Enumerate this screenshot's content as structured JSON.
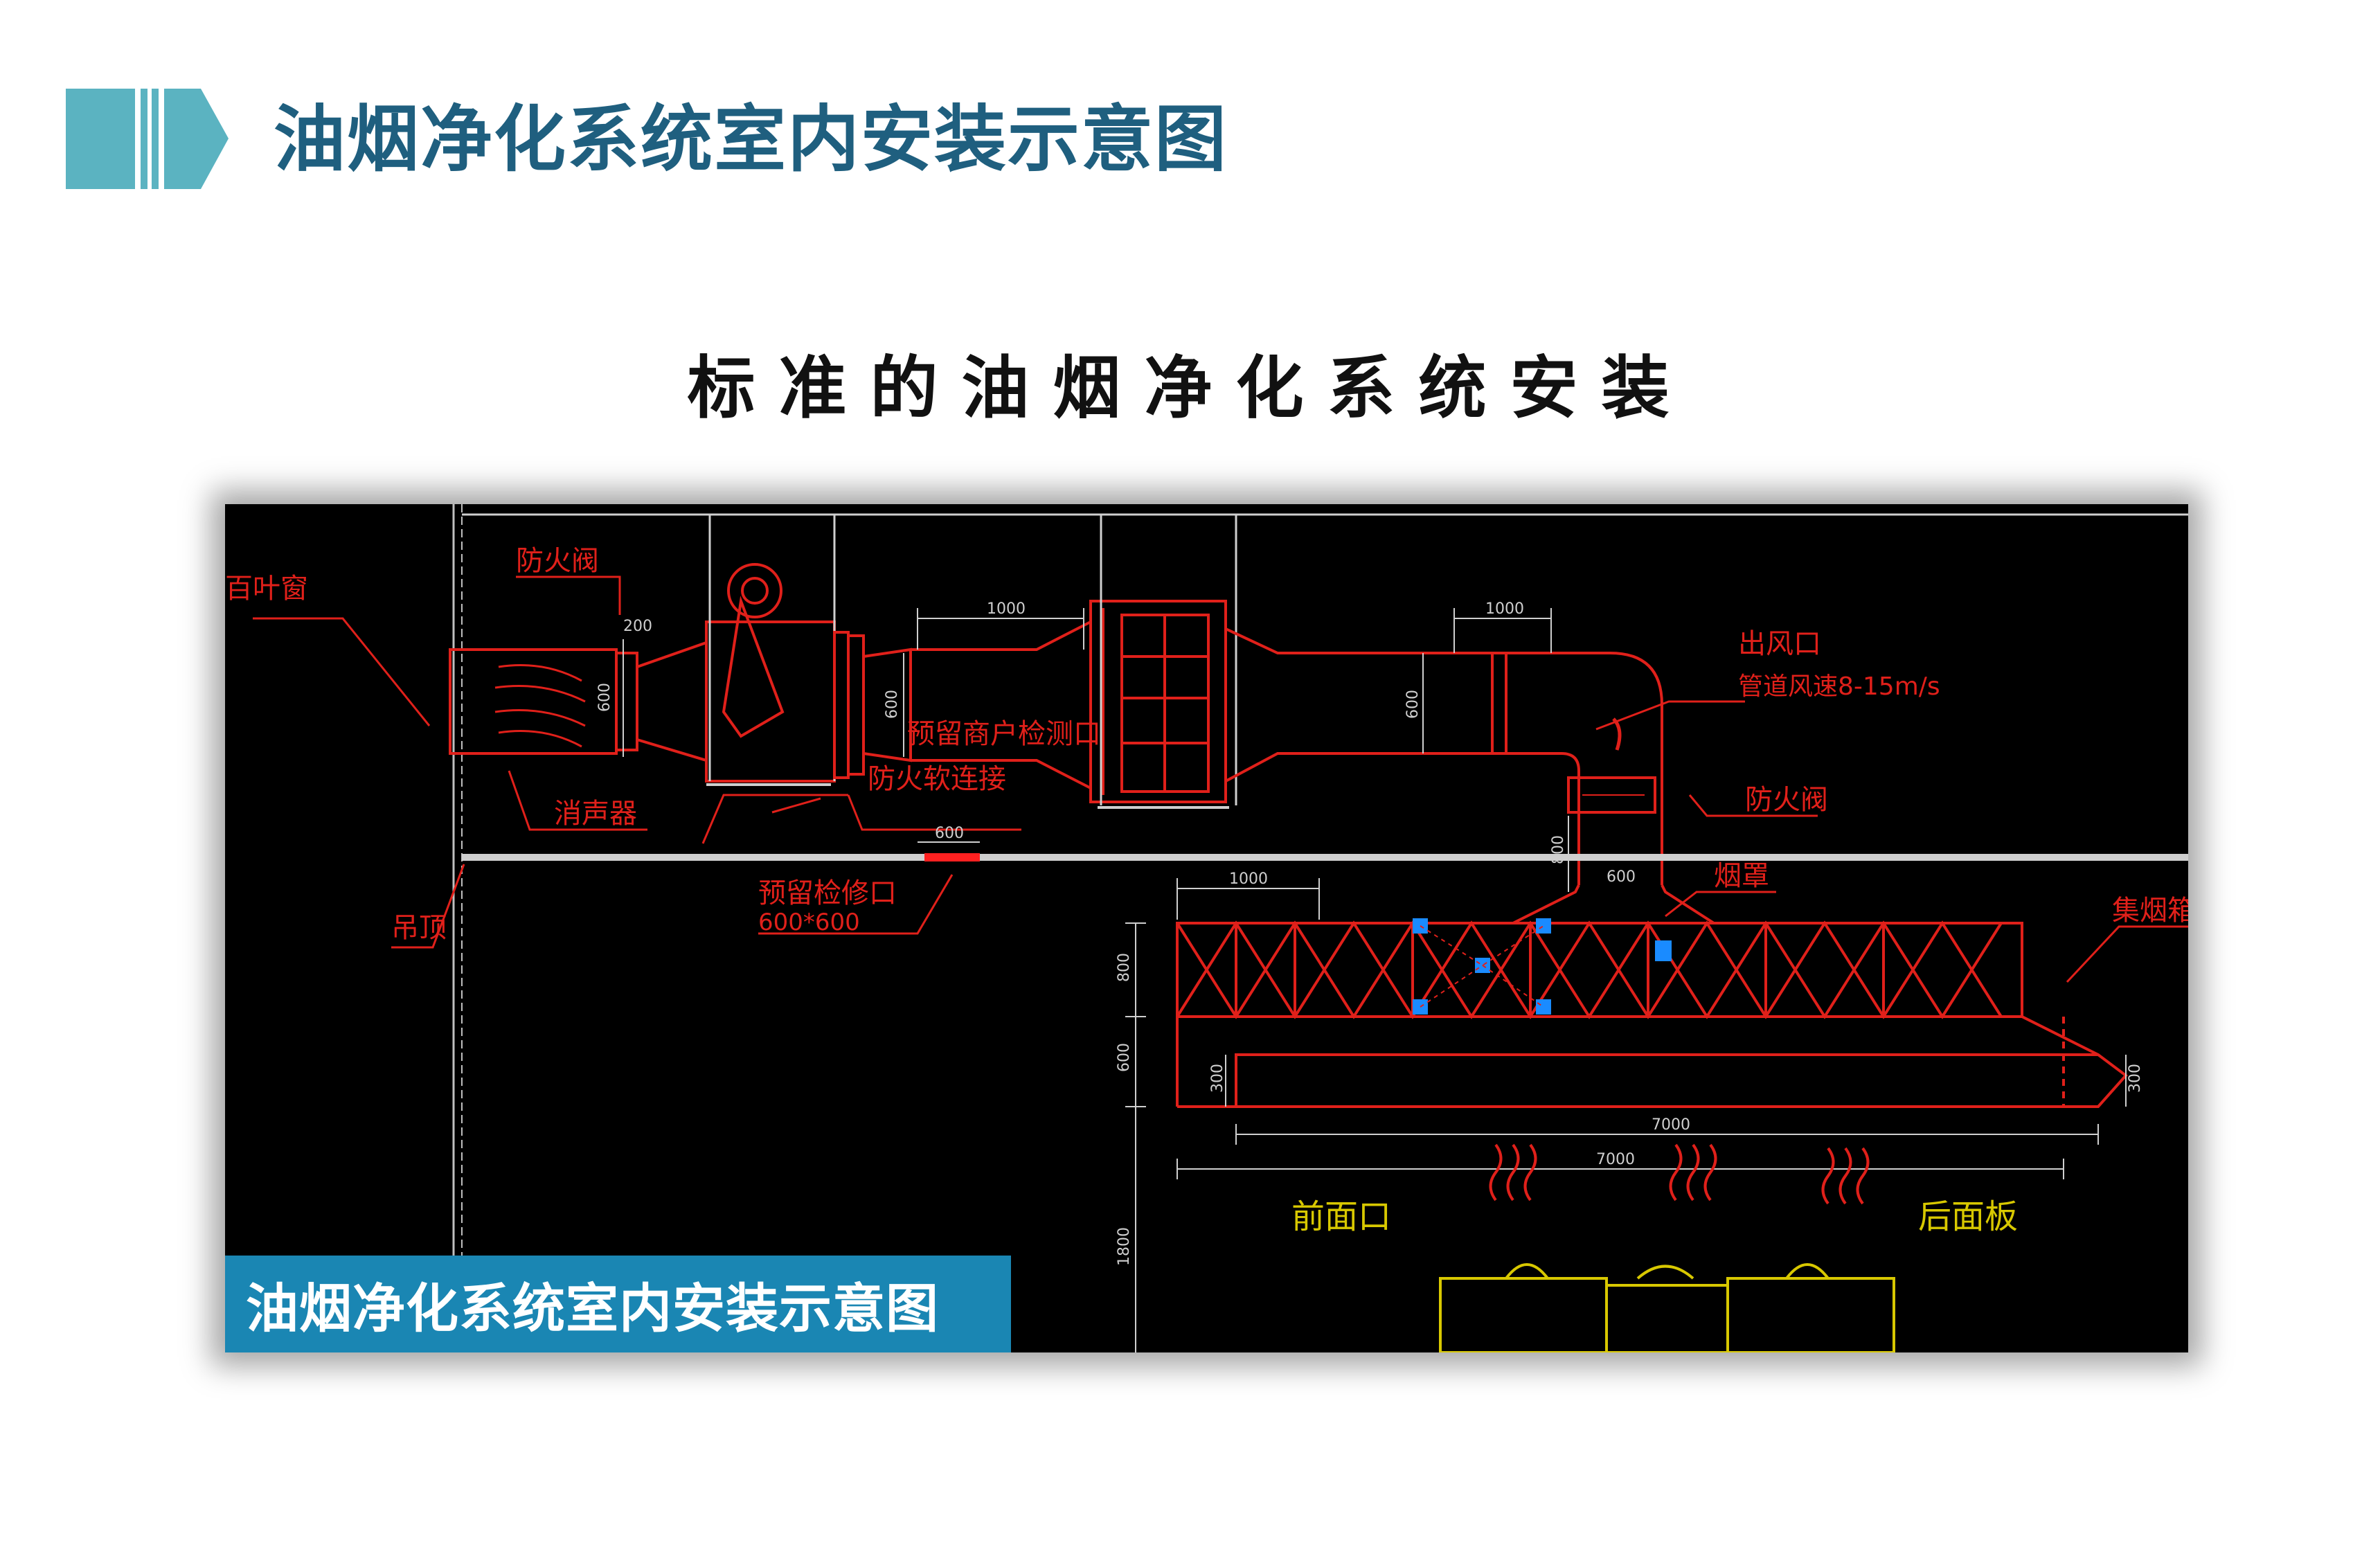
{
  "header": {
    "title": "油烟净化系统室内安装示意图"
  },
  "subtitle": "标准的油烟净化系统安装",
  "caption": "油烟净化系统室内安装示意图",
  "colors": {
    "title": "#1f5f7f",
    "accent_teal": "#5bb3c1",
    "drawing_bg": "#000000",
    "duct_red": "#e0201a",
    "dim_white": "#cfcfcf",
    "marker_blue": "#1a8bff",
    "stove_yellow": "#d8c800",
    "caption_bg": "#1a86b3"
  },
  "drawing": {
    "labels": {
      "louver": "百叶窗",
      "fire_valve_1": "防火阀",
      "silencer": "消声器",
      "reserved_test_port": "预留商户检测口",
      "fire_soft_connection": "防火软连接",
      "outlet": "出风口",
      "duct_speed": "管道风速8-15m/s",
      "fire_valve_2": "防火阀",
      "ceiling": "吊顶",
      "reserved_access": "预留检修口",
      "access_size": "600*600",
      "smoke_hood": "烟罩",
      "hood_box": "集烟箱",
      "front_side": "前面口",
      "back_side": "后面板"
    },
    "dimensions": {
      "d200": "200",
      "d600_left": "600",
      "d1000_a": "1000",
      "d600_mid": "600",
      "d1000_b": "1000",
      "d600_right": "600",
      "d800_drop": "800",
      "d600_drop": "600",
      "d600_access": "600",
      "d1000_hood": "1000",
      "d800_hood": "800",
      "d600_hood": "600",
      "d300_left": "300",
      "d300_right": "300",
      "d7000_a": "7000",
      "d7000_b": "7000",
      "d1800": "1800"
    }
  }
}
